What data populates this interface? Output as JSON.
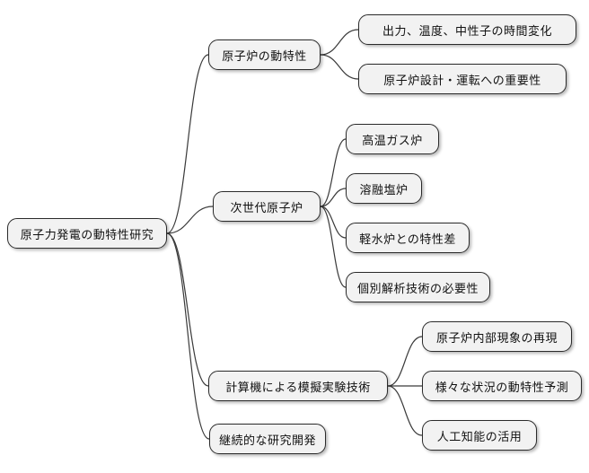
{
  "mindmap": {
    "style": {
      "node_fill": "#f2f2f2",
      "node_border": "#2b2b2b",
      "edge_color": "#3a3a3a",
      "text_color": "#111111",
      "background": "#ffffff"
    },
    "nodes": [
      {
        "id": "root",
        "level": 0,
        "label": "原子力発電の動特性研究"
      },
      {
        "id": "b1",
        "level": 1,
        "label": "原子炉の動特性"
      },
      {
        "id": "b1l1",
        "level": 2,
        "label": "出力、温度、中性子の時間変化"
      },
      {
        "id": "b1l2",
        "level": 2,
        "label": "原子炉設計・運転への重要性"
      },
      {
        "id": "b2",
        "level": 1,
        "label": "次世代原子炉"
      },
      {
        "id": "b2l1",
        "level": 2,
        "label": "高温ガス炉"
      },
      {
        "id": "b2l2",
        "level": 2,
        "label": "溶融塩炉"
      },
      {
        "id": "b2l3",
        "level": 2,
        "label": "軽水炉との特性差"
      },
      {
        "id": "b2l4",
        "level": 2,
        "label": "個別解析技術の必要性"
      },
      {
        "id": "b3",
        "level": 1,
        "label": "計算機による模擬実験技術"
      },
      {
        "id": "b3l1",
        "level": 2,
        "label": "原子炉内部現象の再現"
      },
      {
        "id": "b3l2",
        "level": 2,
        "label": "様々な状況の動特性予測"
      },
      {
        "id": "b3l3",
        "level": 2,
        "label": "人工知能の活用"
      },
      {
        "id": "b4",
        "level": 1,
        "label": "継続的な研究開発"
      }
    ],
    "edges": [
      {
        "from": "root",
        "to": "b1"
      },
      {
        "from": "root",
        "to": "b2"
      },
      {
        "from": "root",
        "to": "b3"
      },
      {
        "from": "root",
        "to": "b4"
      },
      {
        "from": "b1",
        "to": "b1l1"
      },
      {
        "from": "b1",
        "to": "b1l2"
      },
      {
        "from": "b2",
        "to": "b2l1"
      },
      {
        "from": "b2",
        "to": "b2l2"
      },
      {
        "from": "b2",
        "to": "b2l3"
      },
      {
        "from": "b2",
        "to": "b2l4"
      },
      {
        "from": "b3",
        "to": "b3l1"
      },
      {
        "from": "b3",
        "to": "b3l2"
      },
      {
        "from": "b3",
        "to": "b3l3"
      }
    ]
  }
}
